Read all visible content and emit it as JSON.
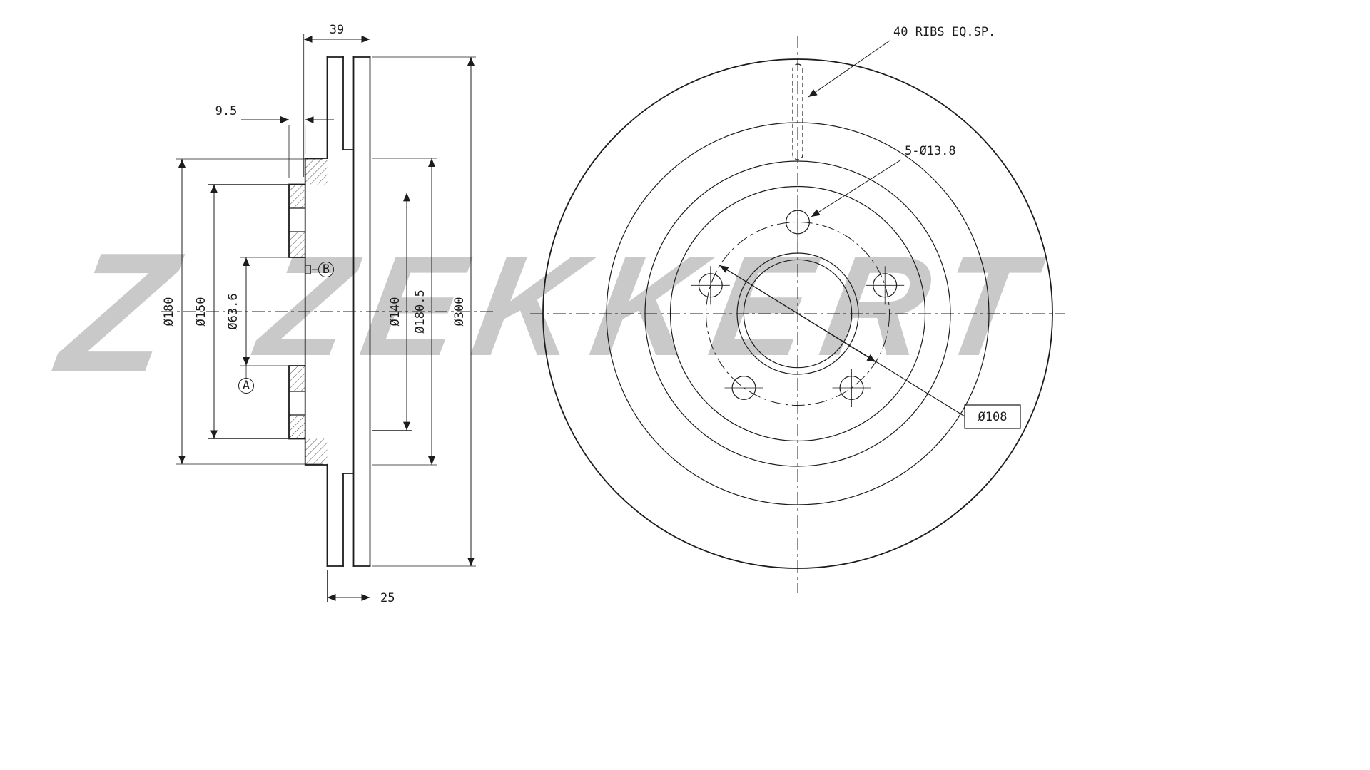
{
  "colors": {
    "background": "#ffffff",
    "line": "#1c1c1c",
    "watermark": "#c9c9c9"
  },
  "brand": {
    "logo_letter": "Z",
    "watermark_text": "ZEKKERT"
  },
  "section_view": {
    "width_overall": "39",
    "hat_offset": "9.5",
    "dia_180": "Ø180",
    "dia_150": "Ø150",
    "dia_63_6": "Ø63.6",
    "dia_140": "Ø140",
    "dia_180_5": "Ø180.5",
    "dia_300": "Ø300",
    "thickness": "25",
    "datum_a": "A",
    "datum_b": "B"
  },
  "front_view": {
    "ribs_note": "40 RIBS EQ.SP.",
    "holes_note": "5-Ø13.8",
    "bolt_circle": "Ø108"
  }
}
